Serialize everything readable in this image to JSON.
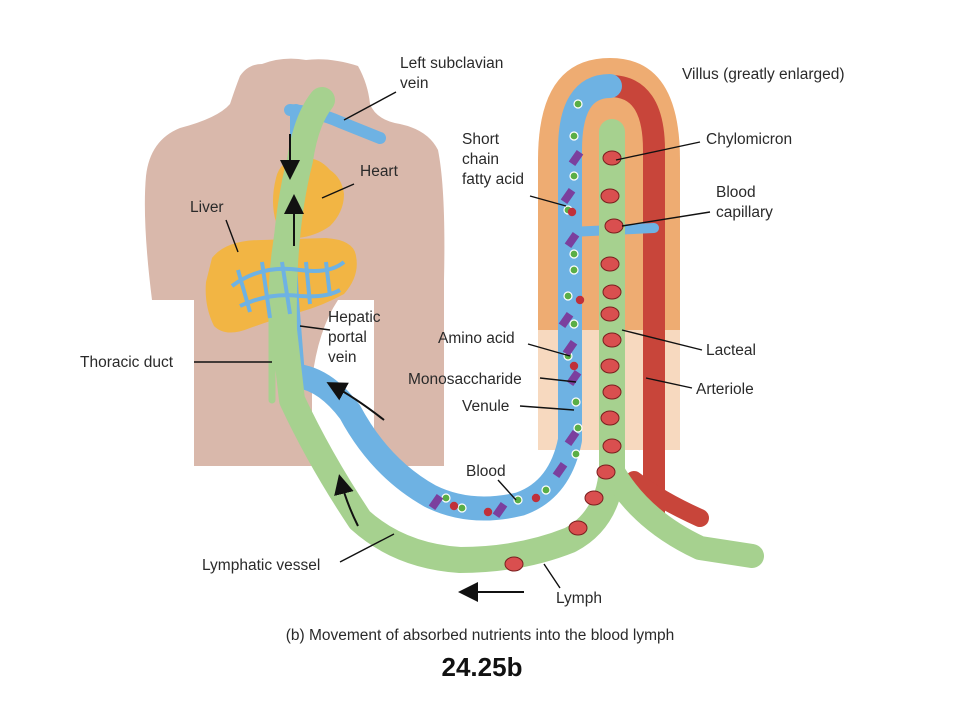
{
  "colors": {
    "skin": "#d9b8ab",
    "vein_blue": "#6eb2e3",
    "lymph_green": "#a6d18f",
    "artery_red": "#c8453a",
    "villus_orange": "#eeac72",
    "liver_orange": "#f2b544",
    "chylomicron": "#d94f4f",
    "amino_acid": "#5aae46",
    "fatty_acid": "#c0303a",
    "monosaccharide": "#7b3f9e"
  },
  "labels": {
    "left_subclavian_vein": [
      "Left subclavian",
      "vein"
    ],
    "villus": "Villus (greatly enlarged)",
    "short_chain_fatty_acid": [
      "Short",
      "chain",
      "fatty acid"
    ],
    "chylomicron": "Chylomicron",
    "heart": "Heart",
    "liver": "Liver",
    "blood_capillary": [
      "Blood",
      "capillary"
    ],
    "hepatic_portal_vein": [
      "Hepatic",
      "portal",
      "vein"
    ],
    "amino_acid": "Amino acid",
    "thoracic_duct": "Thoracic duct",
    "lacteal": "Lacteal",
    "monosaccharide": "Monosaccharide",
    "arteriole": "Arteriole",
    "venule": "Venule",
    "blood": "Blood",
    "lymphatic_vessel": "Lymphatic vessel",
    "lymph": "Lymph"
  },
  "caption": "(b) Movement of absorbed nutrients into the blood lymph",
  "figure_number": "24.25b"
}
